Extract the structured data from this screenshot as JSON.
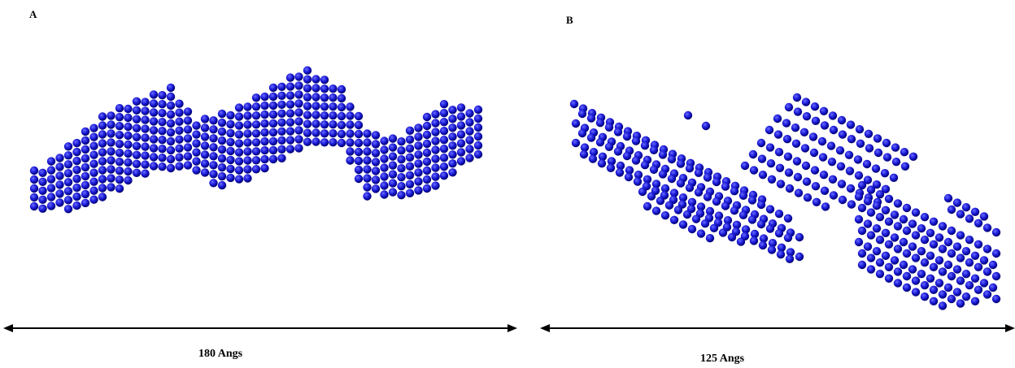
{
  "panels": [
    {
      "label": "A",
      "scale_label": "180 Angs"
    },
    {
      "label": "B",
      "scale_label": "125 Angs"
    }
  ],
  "colors": {
    "sphere": "#1a1ad6",
    "sphere_dark": "#00006e",
    "sphere_highlight": "#6a6aff",
    "arrow": "#000000"
  }
}
